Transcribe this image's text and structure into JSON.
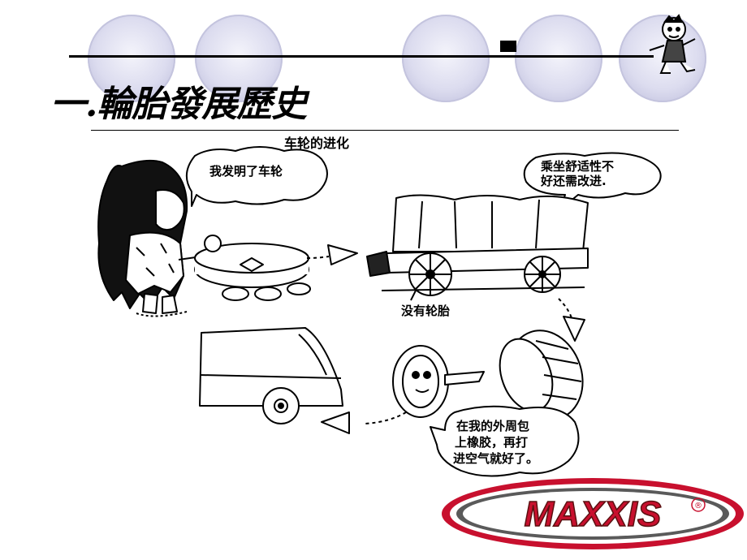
{
  "slide": {
    "title": "一.輪胎發展歷史"
  },
  "comic": {
    "title": "车轮的进化",
    "bubble_caveman": "我发明了车轮",
    "bubble_wagon_line1": "乘坐舒适性不",
    "bubble_wagon_line2": "好还需改进.",
    "label_no_tire": "没有轮胎",
    "bubble_tire_line1": "在我的外周包",
    "bubble_tire_line2": "上橡胶，再打",
    "bubble_tire_line3": "进空气就好了。"
  },
  "logo": {
    "brand": "MAXXIS",
    "registered": "®"
  },
  "icons": [
    "mascot-icon",
    "caveman-icon",
    "stone-wheel-icon",
    "wagon-icon",
    "rim-icon",
    "tire-icon",
    "car-icon",
    "arrow-icon"
  ]
}
